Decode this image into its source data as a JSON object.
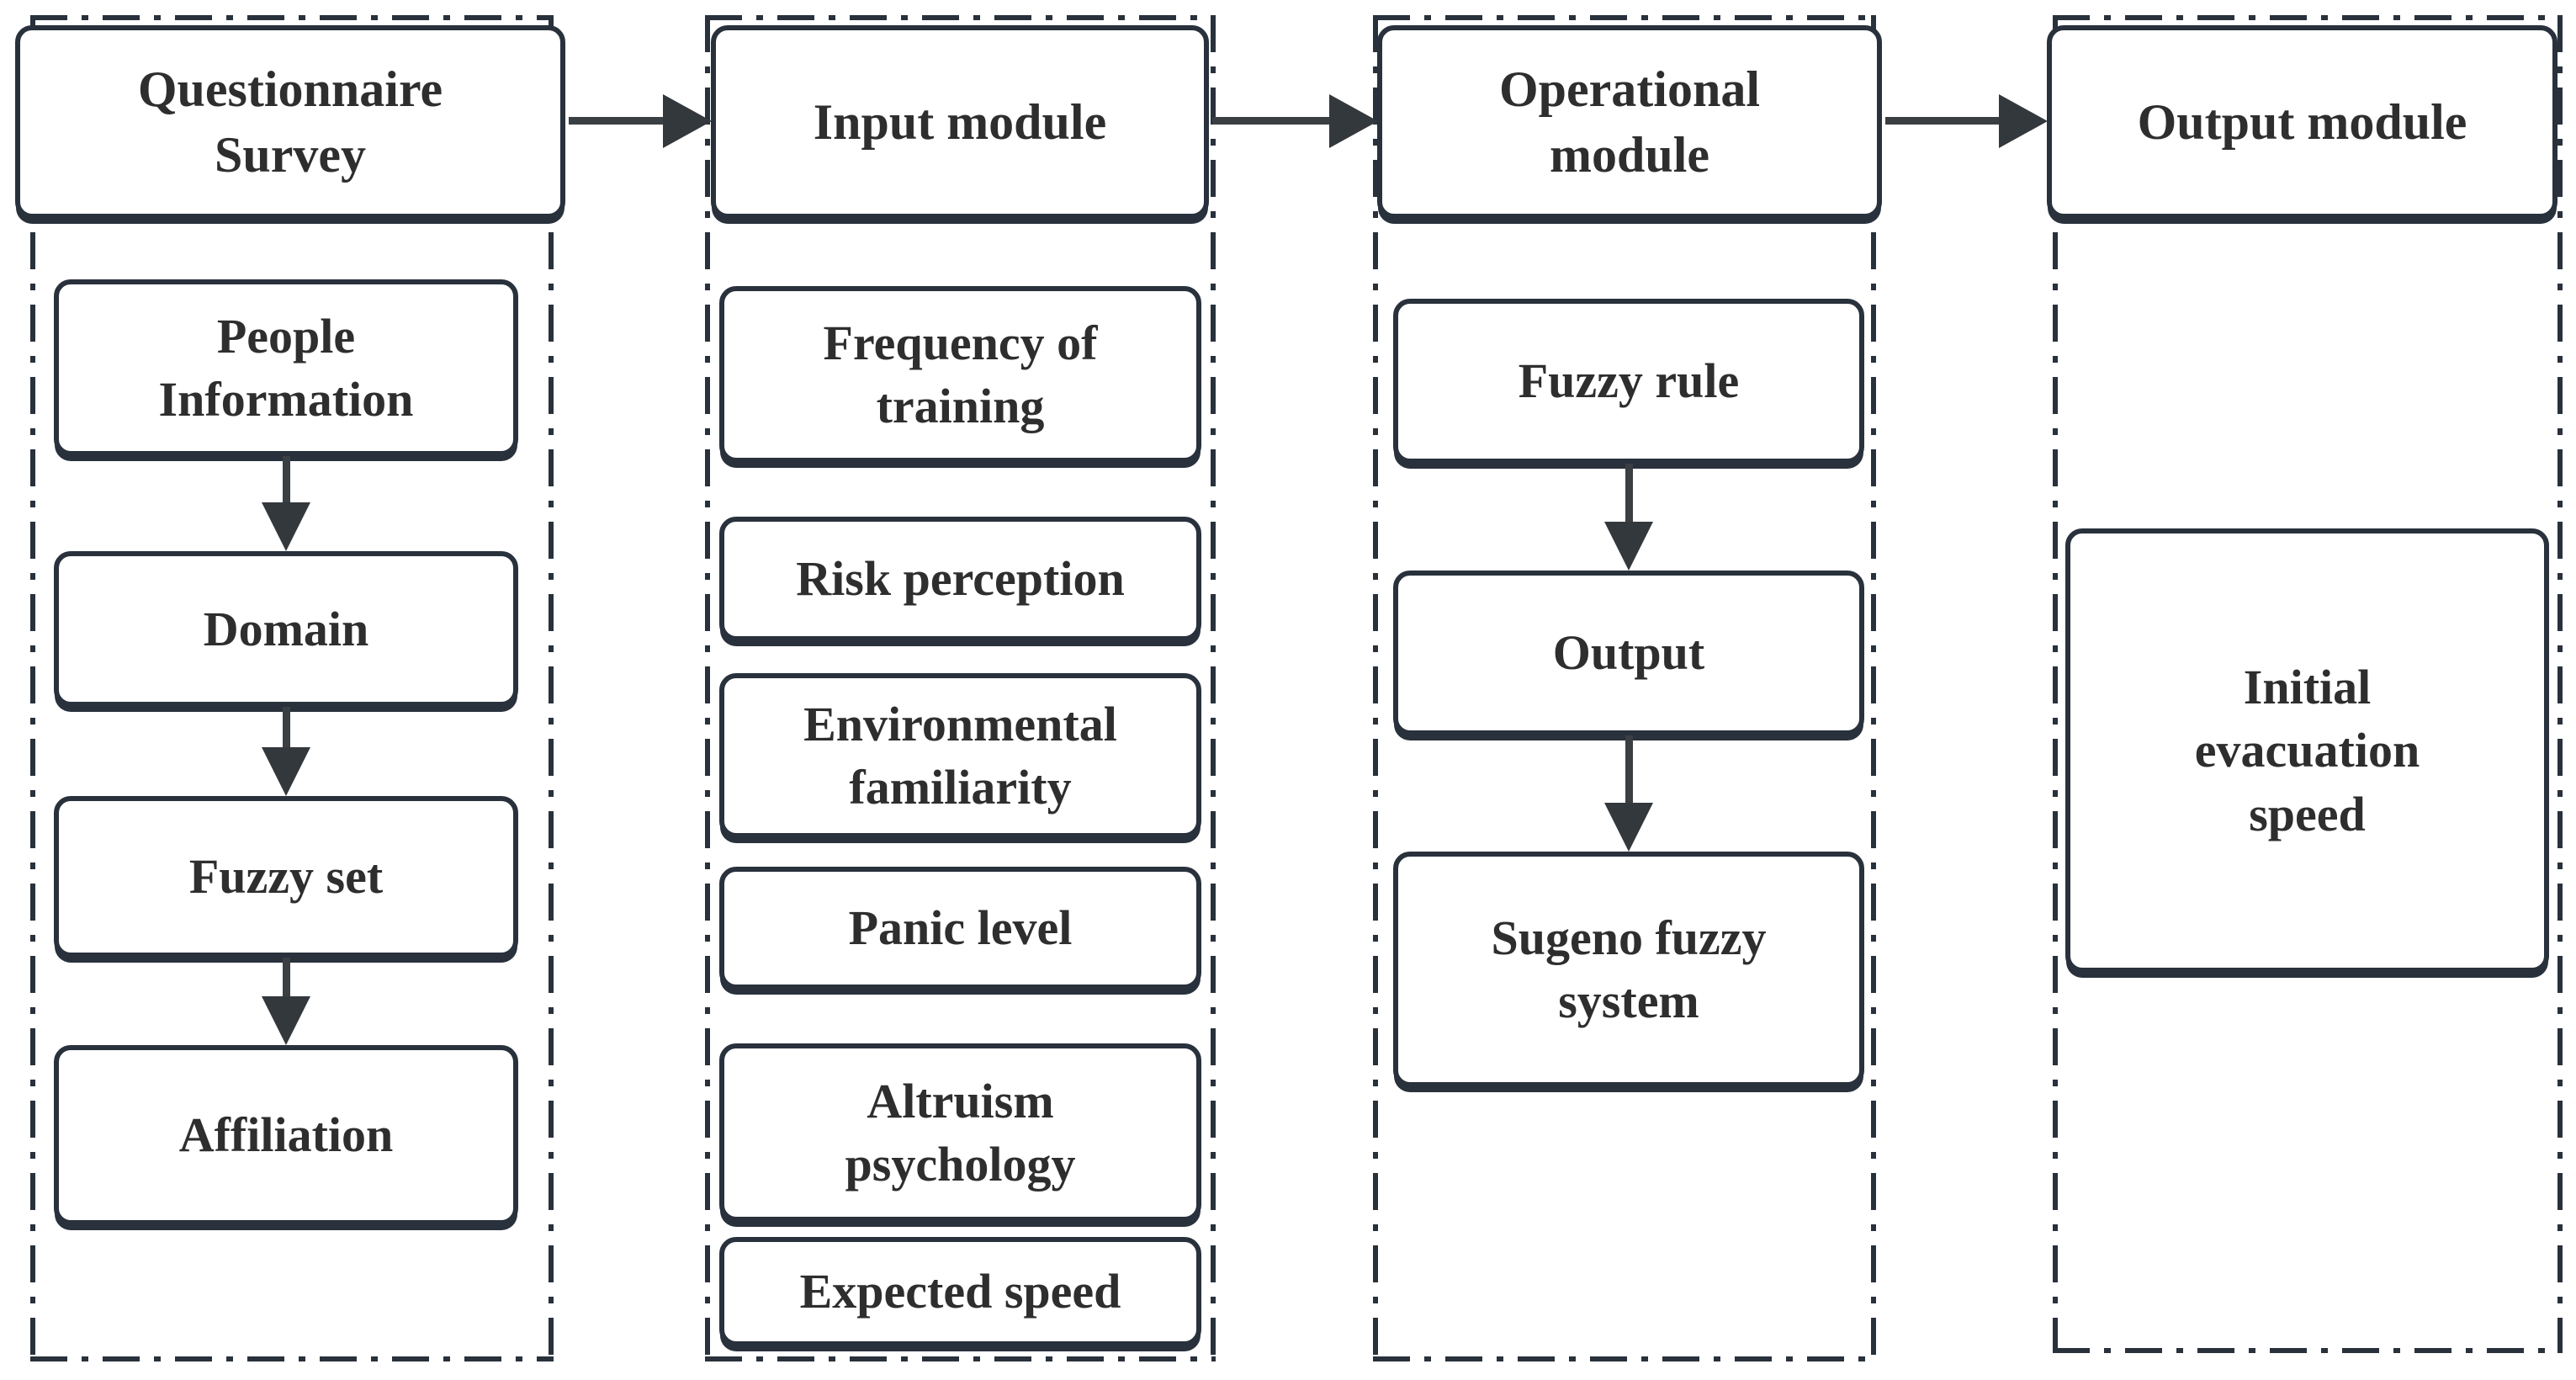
{
  "diagram": {
    "title_hint": "Fuzzy-logic initial evacuation speed model flowchart",
    "colors": {
      "background": "#ffffff",
      "border": "#28313c",
      "text": "#2e2e2e",
      "arrow": "#3a3f44"
    },
    "columns": [
      {
        "id": "questionnaire-survey",
        "header": "Questionnaire Survey",
        "items": [
          "People Information",
          "Domain",
          "Fuzzy set",
          "Affiliation"
        ]
      },
      {
        "id": "input-module",
        "header": "Input module",
        "items": [
          "Frequency of training",
          "Risk perception",
          "Environmental familiarity",
          "Panic level",
          "Altruism psychology",
          "Expected speed"
        ]
      },
      {
        "id": "operational-module",
        "header": "Operational module",
        "items": [
          "Fuzzy rule",
          "Output",
          "Sugeno fuzzy system"
        ]
      },
      {
        "id": "output-module",
        "header": "Output module",
        "items": [
          "Initial evacuation speed"
        ]
      }
    ],
    "connections": {
      "horizontal": [
        [
          "Questionnaire Survey",
          "Input module"
        ],
        [
          "Input module",
          "Operational module"
        ],
        [
          "Operational module",
          "Output module"
        ]
      ],
      "vertical": [
        [
          "People Information",
          "Domain"
        ],
        [
          "Domain",
          "Fuzzy set"
        ],
        [
          "Fuzzy set",
          "Affiliation"
        ],
        [
          "Fuzzy rule",
          "Output"
        ],
        [
          "Output",
          "Sugeno fuzzy system"
        ]
      ]
    }
  }
}
